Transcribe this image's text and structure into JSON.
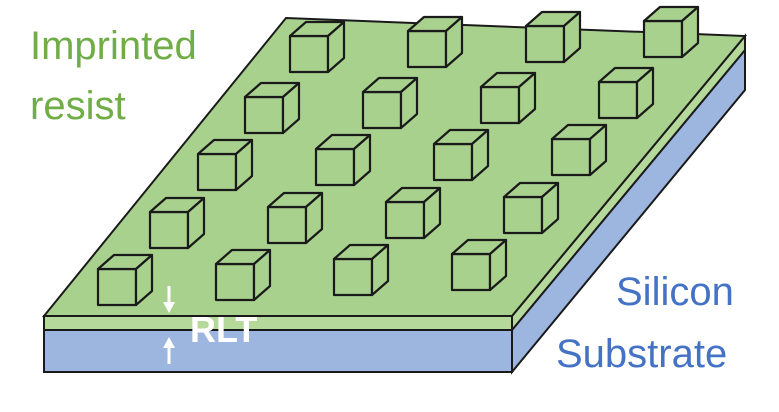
{
  "labels": {
    "resist_line1": "Imprinted",
    "resist_line2": "resist",
    "substrate_line1": "Silicon",
    "substrate_line2": "Substrate",
    "thickness": "RLT"
  },
  "colors": {
    "resist_fill": "#a9d18e",
    "resist_side": "#b5d99a",
    "substrate_front": "#9cb6e0",
    "substrate_side": "#9cb6e0",
    "outline": "#1a1a1a",
    "arrow": "#ffffff",
    "resist_text": "#70ad47",
    "substrate_text": "#4472c4"
  },
  "pillar_grid": {
    "rows": 5,
    "columns": 4,
    "shape": "cube"
  }
}
